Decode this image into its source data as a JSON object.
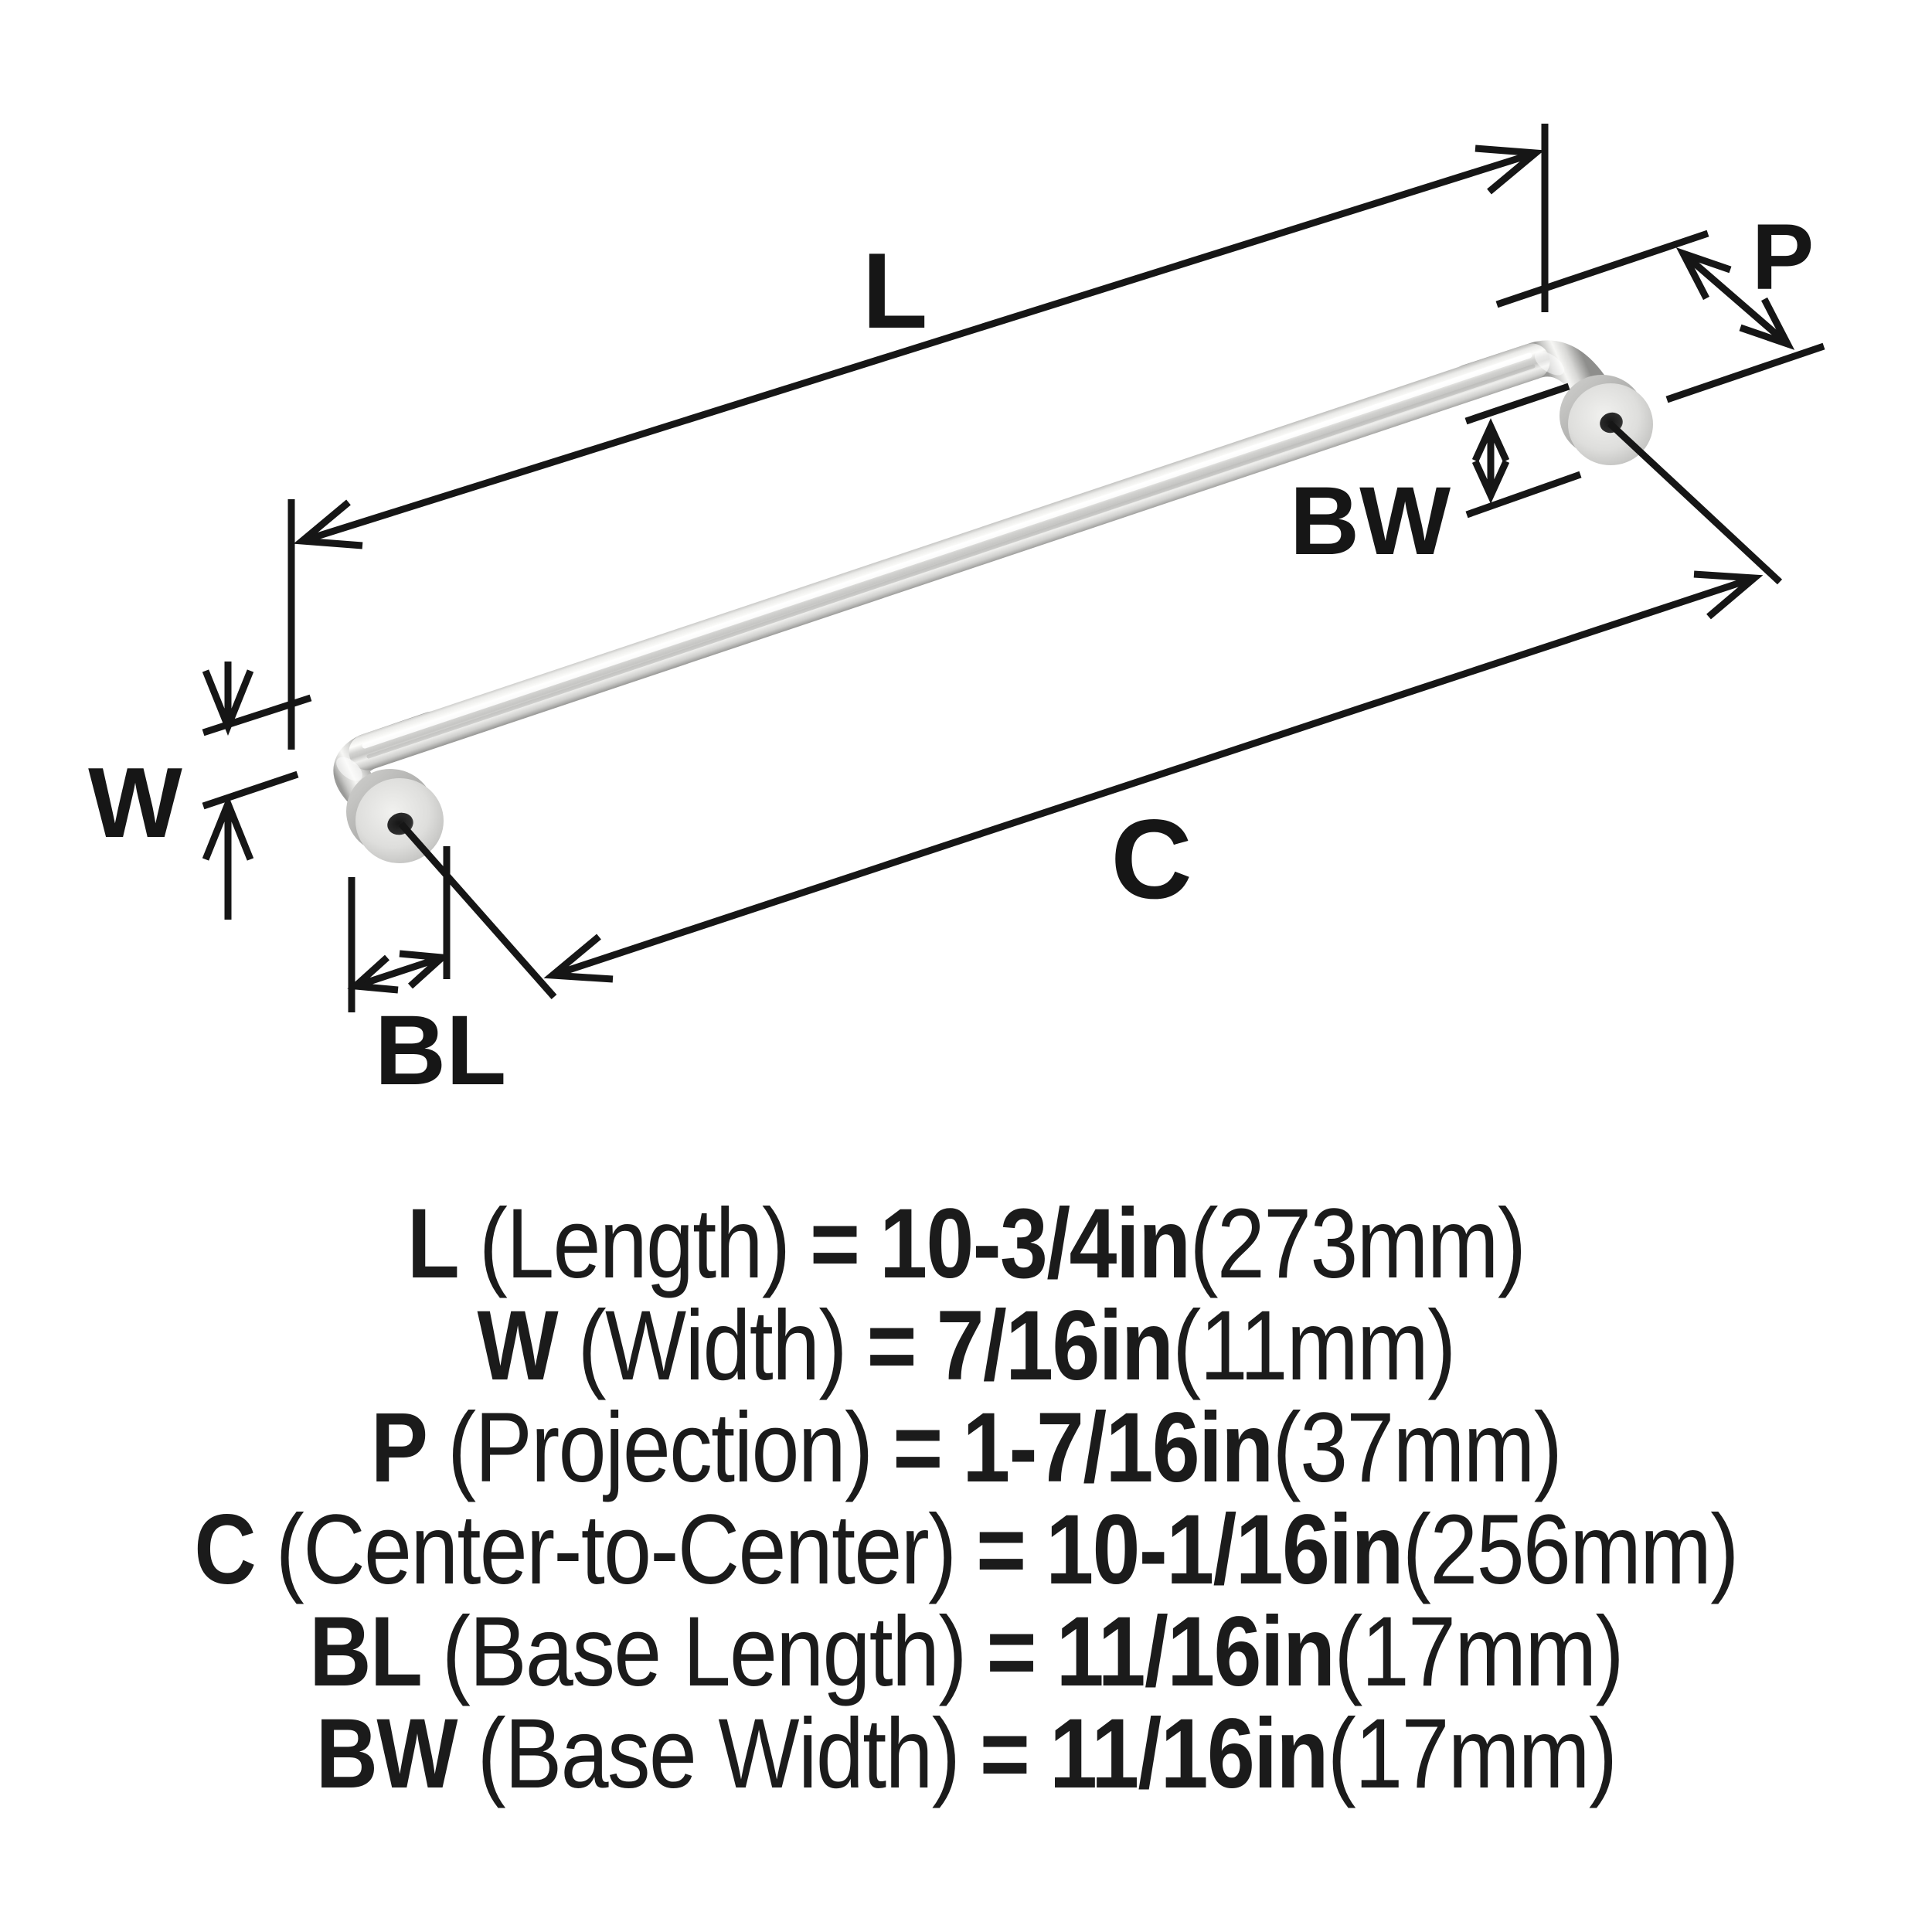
{
  "page": {
    "background": "#ffffff",
    "content_type": "cabinet-pull-dimension-diagram"
  },
  "colors": {
    "line": "#161616",
    "text": "#1b1b1b",
    "metal_light": "#fdfdfb",
    "metal_mid": "#d2d2d0",
    "metal_dark": "#87878b"
  },
  "diagram": {
    "labels": {
      "length": "L",
      "width": "W",
      "projection": "P",
      "center": "C",
      "base_length": "BL",
      "base_width": "BW"
    }
  },
  "specs": {
    "rows": [
      {
        "code": "L",
        "desc": "(Length)",
        "eq": "=",
        "imperial": "10-3/4in",
        "metric": "(273mm)"
      },
      {
        "code": "W",
        "desc": "(Width)",
        "eq": "=",
        "imperial": "7/16in",
        "metric": "(11mm)"
      },
      {
        "code": "P",
        "desc": "(Projection)",
        "eq": "=",
        "imperial": "1-7/16in",
        "metric": "(37mm)"
      },
      {
        "code": "C",
        "desc": "(Center-to-Center)",
        "eq": "=",
        "imperial": "10-1/16in",
        "metric": "(256mm)"
      },
      {
        "code": "BL",
        "desc": "(Base Length)",
        "eq": "=",
        "imperial": "11/16in",
        "metric": "(17mm)"
      },
      {
        "code": "BW",
        "desc": "(Base Width)",
        "eq": "=",
        "imperial": "11/16in",
        "metric": "(17mm)"
      }
    ]
  }
}
